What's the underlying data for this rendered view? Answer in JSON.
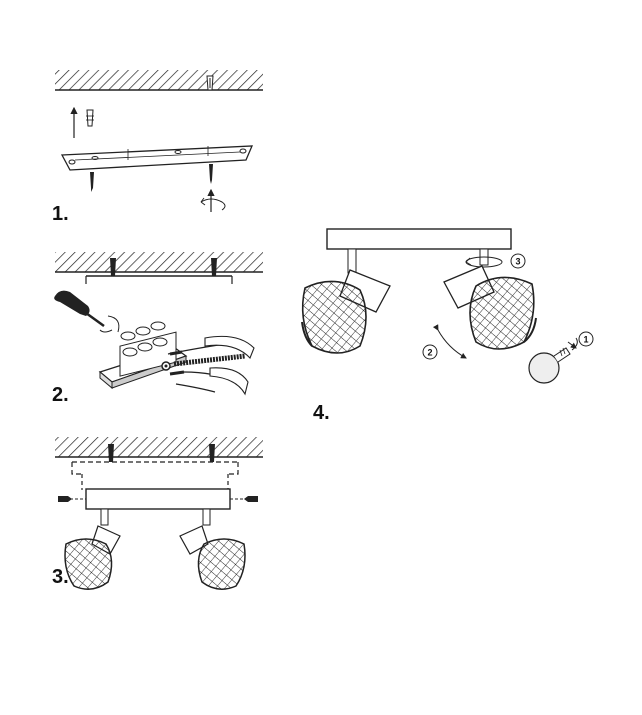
{
  "steps": [
    {
      "label": "1."
    },
    {
      "label": "2."
    },
    {
      "label": "3."
    },
    {
      "label": "4."
    }
  ],
  "callouts": {
    "bulb": "1",
    "tilt": "2",
    "rotate": "3"
  },
  "colors": {
    "ink": "#1a1a1a",
    "paper": "#ffffff",
    "bulb_fill": "#eeeeee"
  },
  "icons": [
    "ceiling-hatch-icon",
    "screw-icon",
    "wall-plug-icon",
    "screwdriver-icon",
    "terminal-block-icon",
    "wire-icon",
    "mesh-shade-icon",
    "light-bulb-icon",
    "rotate-arrow-icon",
    "tilt-arrow-icon"
  ]
}
